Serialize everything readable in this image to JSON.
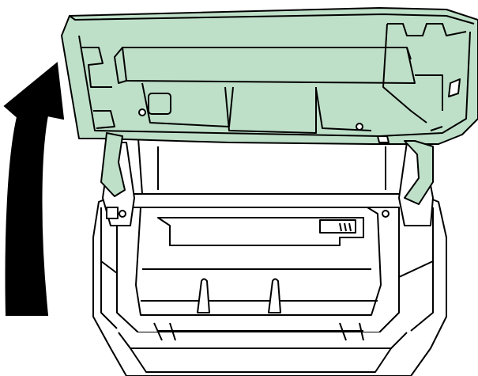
{
  "colors": {
    "background": "#ffffff",
    "outline": "#000000",
    "cover_fill": "#bfe0c8",
    "body_fill": "#ffffff",
    "arrow_fill": "#000000"
  },
  "icons": {
    "arrow": "curved-up-arrow-icon",
    "cover": "printer-top-cover",
    "body": "printer-body",
    "cartridge": "toner-cartridge"
  }
}
